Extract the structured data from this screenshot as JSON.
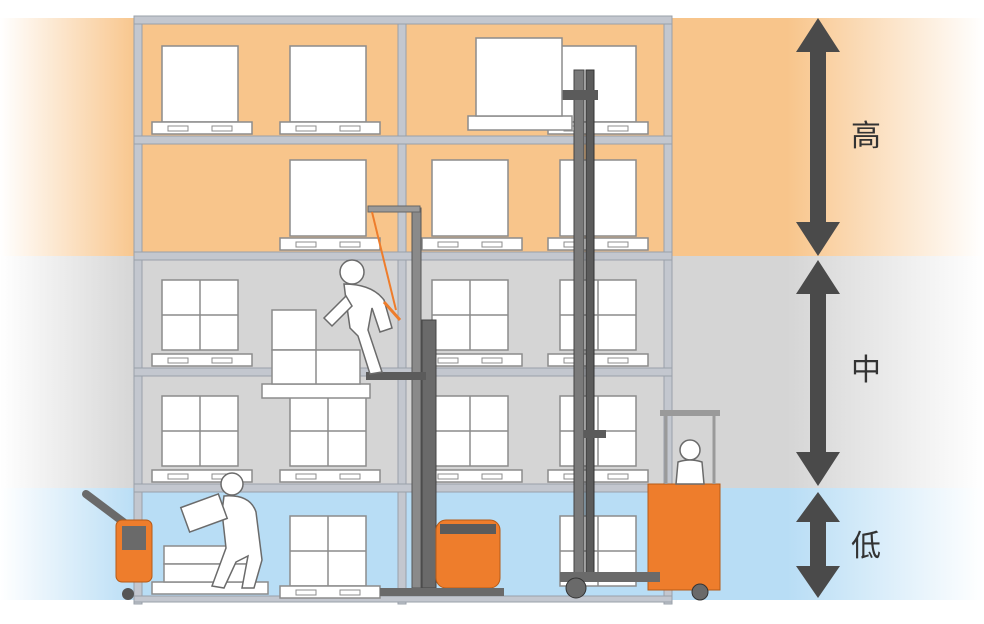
{
  "zones": {
    "high": {
      "label": "高",
      "color": "#f8c58b"
    },
    "mid": {
      "label": "中",
      "color": "#d5d5d5"
    },
    "low": {
      "label": "低",
      "color": "#b8ddf5"
    }
  },
  "colors": {
    "truck_orange": "#ee7d2c",
    "rack": "#b8bcc4",
    "arrow": "#4a4a4a",
    "box": "#ffffff",
    "mast": "#5b5b5b"
  },
  "icons": [
    "double-arrow-icon",
    "pallet-jack-icon",
    "order-picker-icon",
    "stacker-icon",
    "reach-truck-icon",
    "worker-icon"
  ]
}
